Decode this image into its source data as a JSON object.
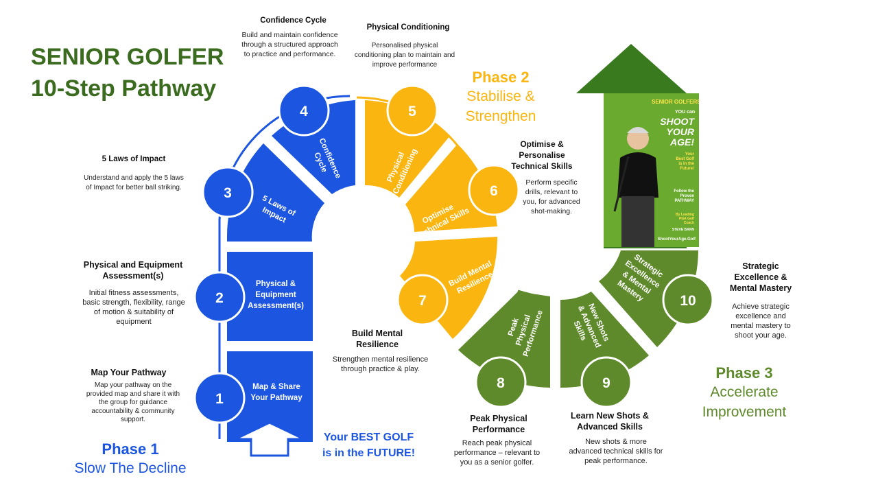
{
  "title": {
    "line1": "SENIOR GOLFER",
    "line2": "10-Step Pathway"
  },
  "colors": {
    "phase1": "#1b55e0",
    "phase2": "#fbb510",
    "phase3": "#5f8a2b",
    "title": "#3a6b1f"
  },
  "steps": [
    {
      "number": "1",
      "segment_label": [
        "Map & Share",
        "Your Pathway"
      ],
      "heading": "Map Your Pathway",
      "description": "Map your pathway on the provided map and share it with the group for guidance accountability & community support."
    },
    {
      "number": "2",
      "segment_label": [
        "Physical &",
        "Equipment",
        "Assessment(s)"
      ],
      "heading": "Physical and Equipment Assessment(s)",
      "description": "Initial fitness assessments, basic strength, flexibility, range of motion & suitability of equipment"
    },
    {
      "number": "3",
      "segment_label": [
        "5 Laws of",
        "Impact"
      ],
      "heading": "5 Laws of Impact",
      "description": "Understand and apply the 5 laws of Impact for better ball striking."
    },
    {
      "number": "4",
      "segment_label": [
        "Confidence",
        "Cycle"
      ],
      "heading": "Confidence Cycle",
      "description": "Build and maintain confidence through a structured approach to practice and performance."
    },
    {
      "number": "5",
      "segment_label": [
        "Physical",
        "Conditioning"
      ],
      "heading": "Physical Conditioning",
      "description": "Personalised physical conditioning plan to maintain and improve performance"
    },
    {
      "number": "6",
      "segment_label": [
        "Optimise",
        "Technical Skills"
      ],
      "heading": "Optimise & Personalise Technical Skills",
      "description": "Perform specific drills, relevant to you, for advanced shot-making."
    },
    {
      "number": "7",
      "segment_label": [
        "Build Mental",
        "Resilience"
      ],
      "heading": "Build Mental Resilience",
      "description": "Strengthen mental resilience through practice & play."
    },
    {
      "number": "8",
      "segment_label": [
        "Peak",
        "Physical",
        "Performance"
      ],
      "heading": "Peak Physical Performance",
      "description": "Reach peak physical performance – relevant to you as a senior golfer."
    },
    {
      "number": "9",
      "segment_label": [
        "New Shots",
        "& Advanced",
        "Skills"
      ],
      "heading": "Learn New Shots & Advanced Skills",
      "description": "New shots & more advanced technical skills for peak performance."
    },
    {
      "number": "10",
      "segment_label": [
        "Strategic",
        "Excellence",
        "& Mental",
        "Mastery"
      ],
      "heading": "Strategic Excellence & Mental Mastery",
      "description": "Achieve strategic excellence and mental mastery to shoot your age."
    }
  ],
  "phases": [
    {
      "title": "Phase 1",
      "subtitle": "Slow The Decline"
    },
    {
      "title": "Phase 2",
      "subtitle_lines": [
        "Stabilise &",
        "Strengthen"
      ]
    },
    {
      "title": "Phase 3",
      "subtitle_lines": [
        "Accelerate",
        "Improvement"
      ]
    }
  ],
  "tagline": [
    "Your BEST GOLF",
    "is in the FUTURE!"
  ],
  "book_cover": {
    "badge": "SENIOR GOLFERS!",
    "you_can": "YOU can",
    "headline": [
      "SHOOT",
      "YOUR",
      "AGE!"
    ],
    "sub": [
      "Your",
      "Best Golf",
      "is in the",
      "Future!"
    ],
    "follow": [
      "Follow the",
      "Proven",
      "PATHWAY"
    ],
    "by": [
      "By Leading",
      "PGA Golf",
      "Coach"
    ],
    "author": "STEVE BANN",
    "url": "ShootYourAge.Golf"
  }
}
